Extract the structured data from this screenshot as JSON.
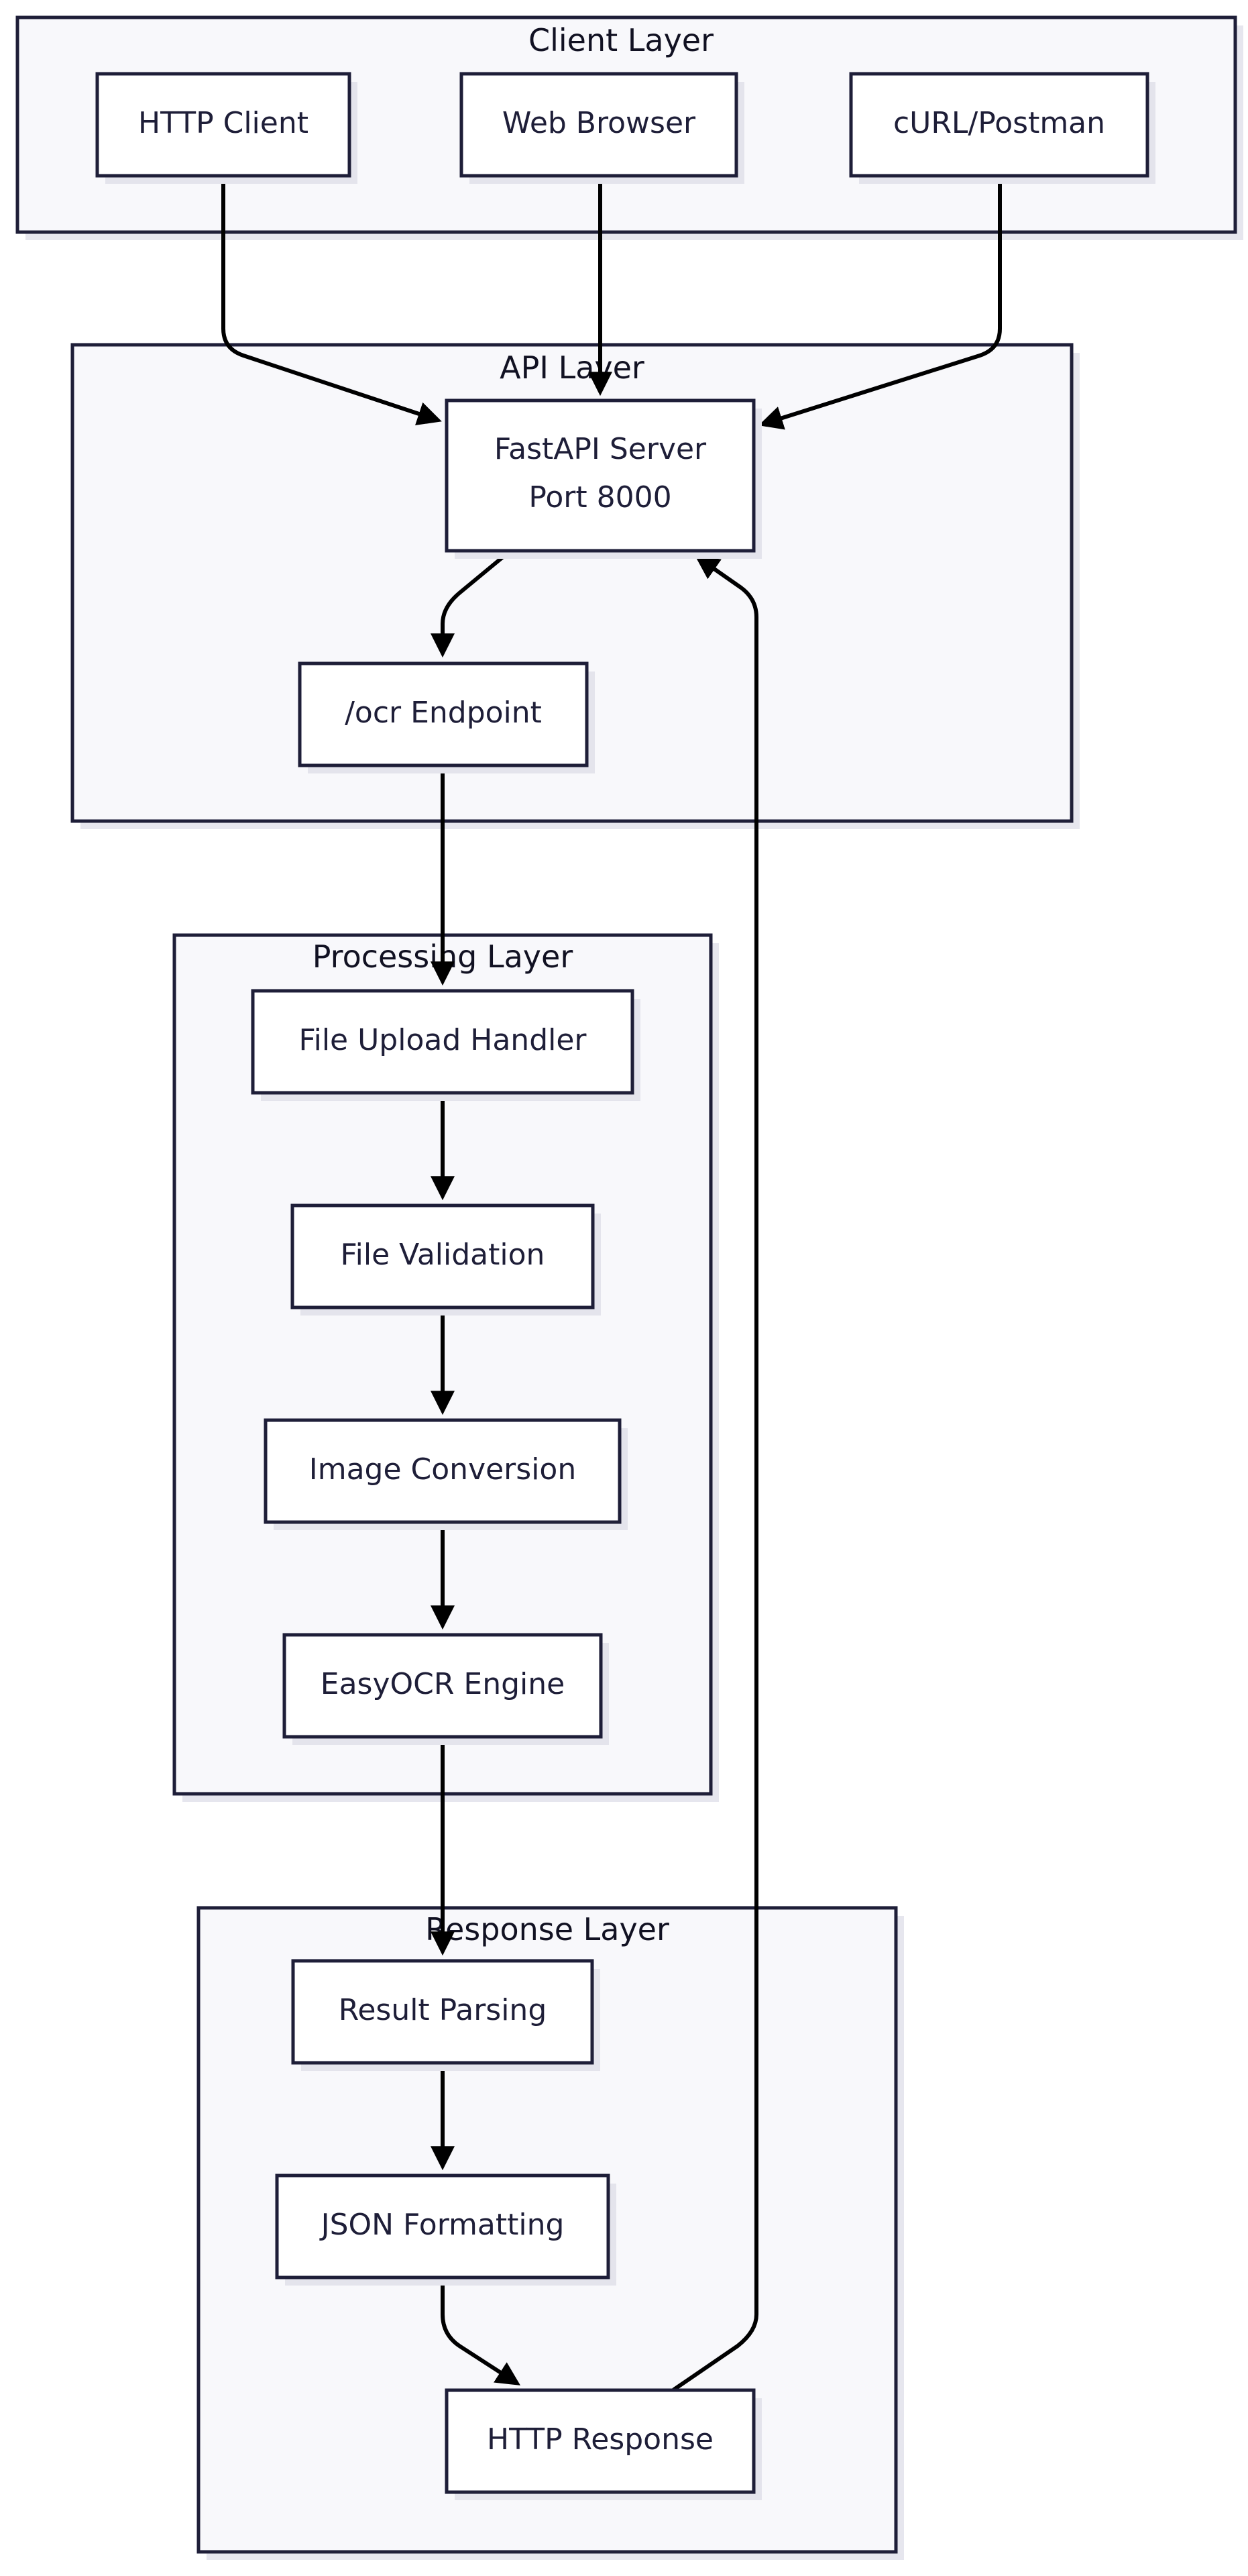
{
  "colors": {
    "cluster_fill": "#f8f8fb",
    "node_fill": "#ffffff",
    "border": "#1e1e38",
    "edge": "#000000"
  },
  "clusters": {
    "client": {
      "title": "Client Layer"
    },
    "api": {
      "title": "API Layer"
    },
    "processing": {
      "title": "Processing Layer"
    },
    "response": {
      "title": "Response Layer"
    }
  },
  "nodes": {
    "http_client": {
      "label": "HTTP Client"
    },
    "web_browser": {
      "label": "Web Browser"
    },
    "curl_postman": {
      "label": "cURL/Postman"
    },
    "fastapi_server": {
      "lines": [
        "FastAPI Server",
        "Port 8000"
      ]
    },
    "ocr_endpoint": {
      "label": "/ocr Endpoint"
    },
    "file_upload_handler": {
      "label": "File Upload Handler"
    },
    "file_validation": {
      "label": "File Validation"
    },
    "image_conversion": {
      "label": "Image Conversion"
    },
    "easyocr_engine": {
      "label": "EasyOCR Engine"
    },
    "result_parsing": {
      "label": "Result Parsing"
    },
    "json_formatting": {
      "label": "JSON Formatting"
    },
    "http_response": {
      "label": "HTTP Response"
    }
  },
  "edges": [
    {
      "from": "http_client",
      "to": "fastapi_server"
    },
    {
      "from": "web_browser",
      "to": "fastapi_server"
    },
    {
      "from": "curl_postman",
      "to": "fastapi_server"
    },
    {
      "from": "fastapi_server",
      "to": "ocr_endpoint"
    },
    {
      "from": "ocr_endpoint",
      "to": "file_upload_handler"
    },
    {
      "from": "file_upload_handler",
      "to": "file_validation"
    },
    {
      "from": "file_validation",
      "to": "image_conversion"
    },
    {
      "from": "image_conversion",
      "to": "easyocr_engine"
    },
    {
      "from": "easyocr_engine",
      "to": "result_parsing"
    },
    {
      "from": "result_parsing",
      "to": "json_formatting"
    },
    {
      "from": "json_formatting",
      "to": "http_response"
    },
    {
      "from": "http_response",
      "to": "fastapi_server"
    }
  ]
}
